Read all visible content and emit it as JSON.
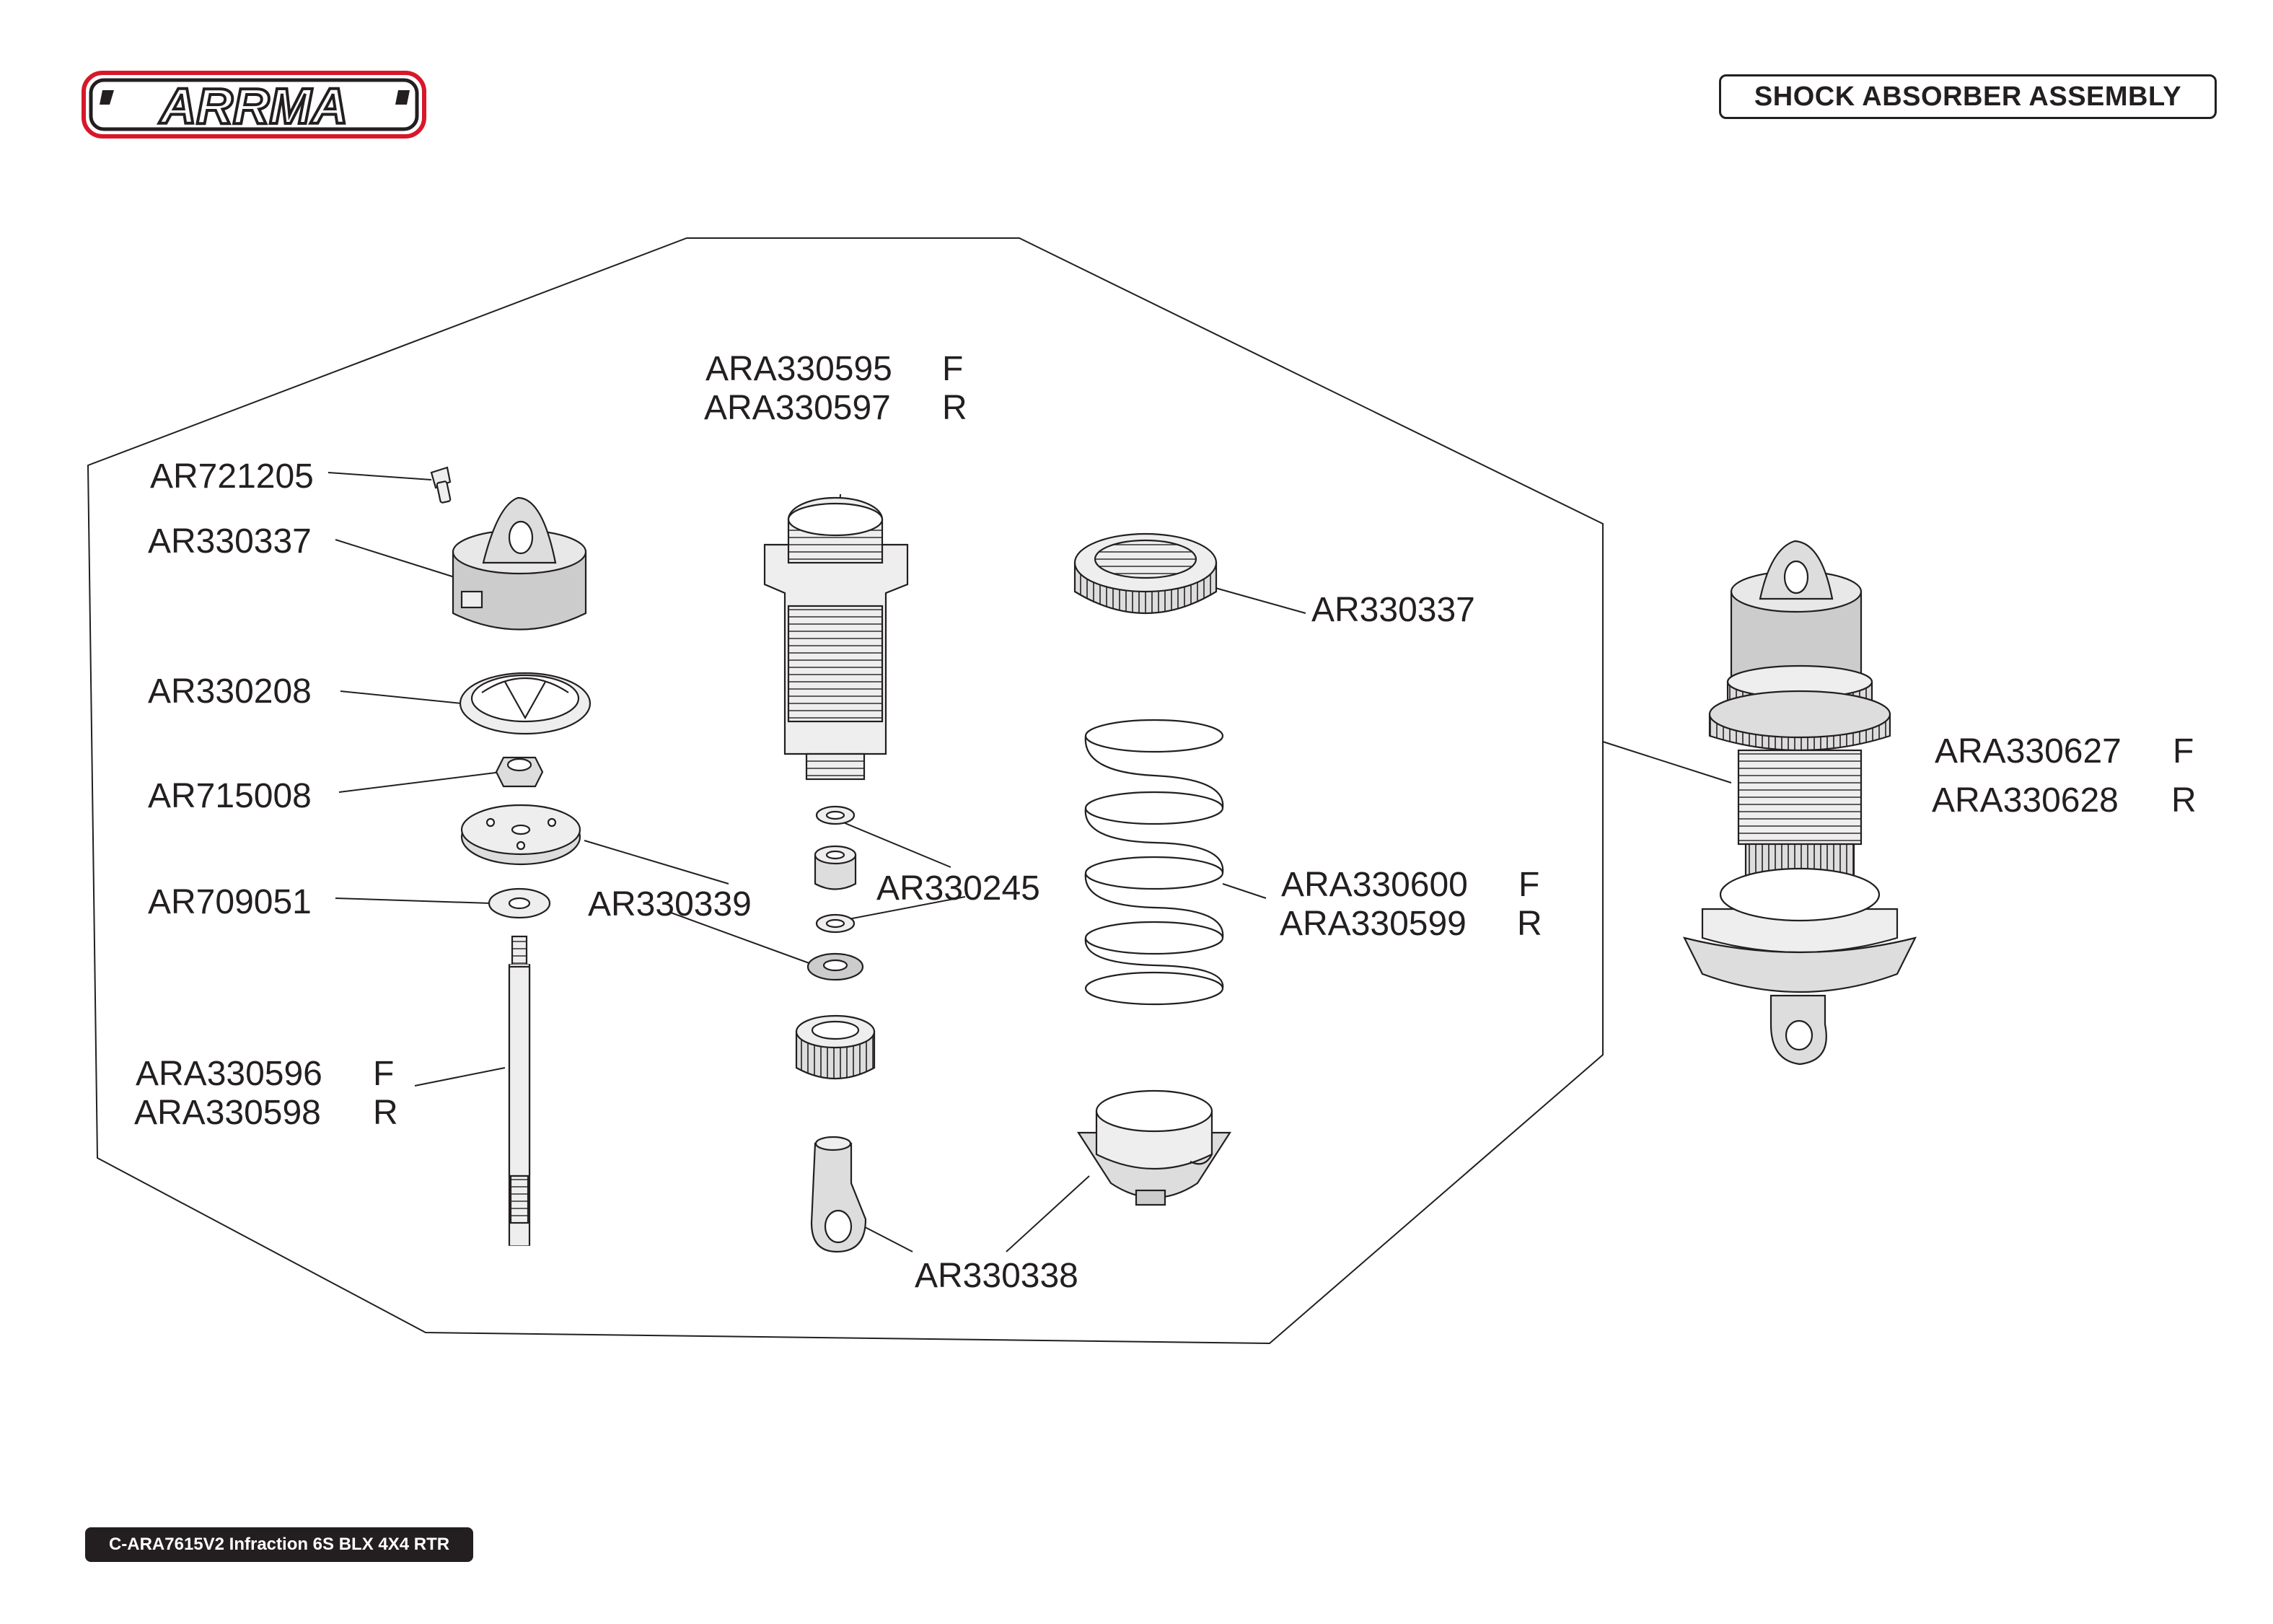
{
  "header": {
    "brand": "ARRMA",
    "title": "SHOCK ABSORBER ASSEMBLY"
  },
  "footer": {
    "model": "C-ARA7615V2 Infraction 6S BLX 4X4 RTR"
  },
  "colors": {
    "ink": "#231f20",
    "brand_red": "#d7182a",
    "part_fill": "#eeeeee",
    "part_shade": "#c9c9c9"
  },
  "callouts": {
    "cap_screw": "AR721205",
    "shock_cap": "AR330337",
    "bladder": "AR330208",
    "locknut": "AR715008",
    "piston_spacer": "AR330339",
    "washer": "AR709051",
    "shaft_front": "ARA330596",
    "shaft_rear": "ARA330598",
    "body_front": "ARA330595",
    "body_rear": "ARA330597",
    "oring": "AR330245",
    "collar": "AR330337",
    "spring_front": "ARA330600",
    "spring_rear": "ARA330599",
    "rod_end": "AR330338",
    "assembly_front": "ARA330627",
    "assembly_rear": "ARA330628"
  },
  "suffix": {
    "front": "F",
    "rear": "R"
  }
}
